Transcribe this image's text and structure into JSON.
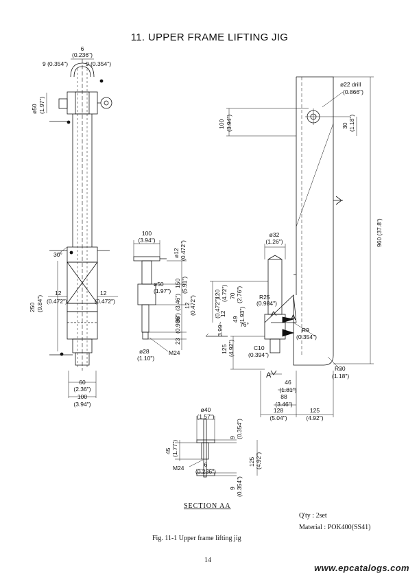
{
  "page": {
    "heading": "11.   UPPER FRAME LIFTING JIG",
    "section_label": "SECTION   AA",
    "qty": "Q'ty : 2set",
    "material": "Material : POK400(SS41)",
    "caption": "Fig. 11-1   Upper frame lifting jig",
    "page_number": "14",
    "watermark": "www.epcatalogs.com"
  },
  "dims": {
    "d6": "6",
    "d6in": "(0.236\")",
    "d9a": "9 (0.354\")",
    "d9b": "9 (0.354\")",
    "phi50": "ø50",
    "phi50in": "(1.97\")",
    "a30": "30°",
    "d250": "250",
    "d250in": "(9.84\")",
    "d12a": "12",
    "d12ain": "(0.472\")",
    "d12b": "12",
    "d12bin": "(0.472\")",
    "d60": "60",
    "d60in": "(2.36\")",
    "d100": "100",
    "d100in": "(3.94\")",
    "m100": "100",
    "m100in": "(3.94\")",
    "mphi12": "ø12",
    "mphi12in": "(0.472\")",
    "mphi50": "ø50",
    "mphi50in": "(1.97\")",
    "m150": "150",
    "m150in": "(5.91\")",
    "m12": "12",
    "m12in": "(0.472\")",
    "m88": "88",
    "m88in": "(3.46\")",
    "m23": "23",
    "m23in": "(0.906\")",
    "mphi28": "ø28",
    "mphi28in": "(1.10\")",
    "mM24": "M24",
    "r100": "100",
    "r100in": "(3.94\")",
    "rphi22": "ø22 drill",
    "rphi22in": "(0.866\")",
    "r30": "30",
    "r30in": "(1.18\")",
    "r960": "960 (37.8\")",
    "rphi32": "ø32",
    "rphi32in": "(1.26\")",
    "r120": "120",
    "r120in": "(4.72\")",
    "r70": "70",
    "r70in": "(2.76\")",
    "rR25": "R25",
    "rR25in": "(0.984\")",
    "r12": "12",
    "r12in": "(0.472\")",
    "r76": "76°",
    "r49": "49",
    "r49in": "(1.93\")",
    "r39": "3.99~",
    "r125": "125",
    "r125in": "(4.92\")",
    "rC10": "C10",
    "rC10in": "(0.394\")",
    "rR9": "R9",
    "rR9in": "(0.354\")",
    "rR30": "R30",
    "rR30in": "(1.18\")",
    "rA1": "A",
    "rA2": "A",
    "r46": "46",
    "r46in": "(1.81\")",
    "r88": "88",
    "r88in": "(3.46\")",
    "r128": "128",
    "r128in": "(5.04\")",
    "r125b": "125",
    "r125bin": "(4.92\")",
    "sphi40": "ø40",
    "sphi40in": "(1.57\")",
    "s9a": "9",
    "s9ain": "(0.354\")",
    "s45": "45",
    "s45in": "(1.77\")",
    "s6": "6",
    "s6in": "(0.236\")",
    "sM24": "M24",
    "s125": "125",
    "s125in": "(4.92\")",
    "s9b": "9",
    "s9bin": "(0.354\")"
  }
}
